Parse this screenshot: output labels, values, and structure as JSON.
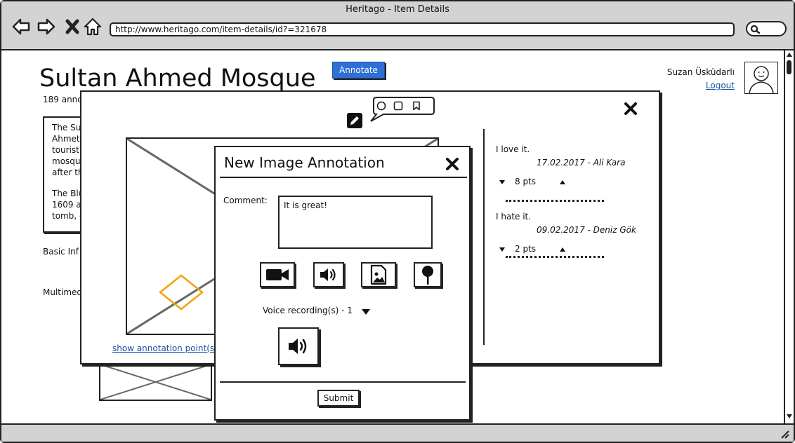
{
  "window": {
    "title": "Heritago - Item Details"
  },
  "browser": {
    "url": "http://www.heritago.com/item-details/id?=321678"
  },
  "page": {
    "title": "Sultan Ahmed Mosque",
    "annotate_label": "Annotate",
    "annotation_count": "189 anno",
    "description_lines": [
      "The Su",
      "Ahmet",
      "tourist",
      "mosqu",
      "after th",
      "",
      "The Blu",
      "1609 a",
      "tomb, c"
    ],
    "basic_info_label": "Basic Inf",
    "multimedia_label": "Multimed"
  },
  "user": {
    "name": "Suzan Üsküdarlı",
    "logout_label": "Logout"
  },
  "viewer": {
    "show_points_label": "show annotation point(s)",
    "annotations": [
      {
        "text": "I love it.",
        "meta": "17.02.2017 - Ali Kara",
        "points": "8 pts"
      },
      {
        "text": "I hate it.",
        "meta": "09.02.2017 - Deniz Gök",
        "points": "2 pts"
      }
    ]
  },
  "new_annotation": {
    "title": "New Image Annotation",
    "comment_label": "Comment:",
    "comment_value": "It is great!",
    "voice_label": "Voice recording(s) - 1",
    "submit_label": "Submit"
  },
  "colors": {
    "accent": "#2f6fd6",
    "selection": "#f0a30a",
    "chrome": "#d3d3d3"
  }
}
